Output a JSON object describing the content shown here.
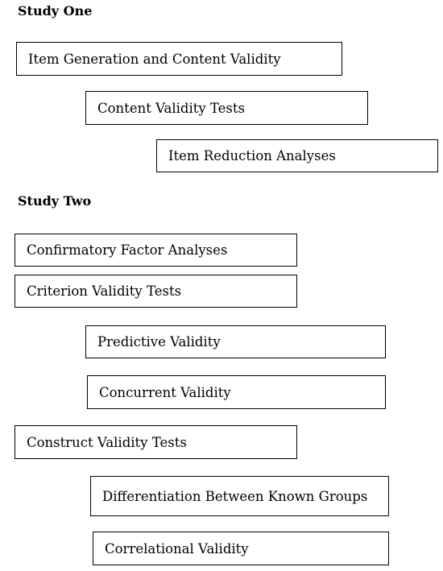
{
  "study_one": {
    "heading": "Study One",
    "boxes": [
      "Item Generation and Content Validity",
      "Content Validity Tests",
      "Item Reduction Analyses"
    ]
  },
  "study_two": {
    "heading": "Study Two",
    "boxes": [
      "Confirmatory Factor Analyses",
      "Criterion Validity Tests",
      "Predictive Validity",
      "Concurrent Validity",
      "Construct Validity Tests",
      "Differentiation Between Known Groups",
      "Correlational Validity"
    ]
  }
}
